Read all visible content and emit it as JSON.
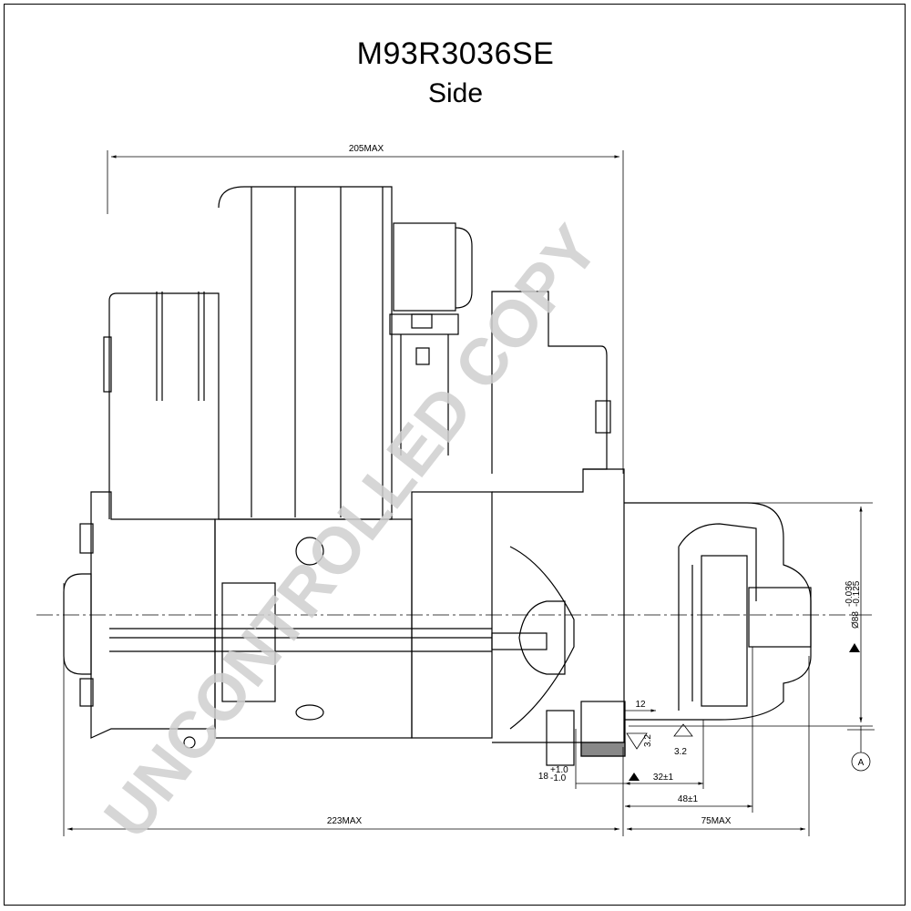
{
  "header": {
    "part_number": "M93R3036SE",
    "view": "Side"
  },
  "watermark": {
    "text": "UNCONTROLLED COPY",
    "color": "#cfcfcf"
  },
  "dimensions": {
    "overall_top": "205MAX",
    "overall_bottom": "223MAX",
    "right_section": "75MAX",
    "flange_offset": "12",
    "dim_32": "32±1",
    "dim_48": "48±1",
    "dim_18": "18",
    "dim_18_tol_upper": "+1.0",
    "dim_18_tol_lower": "-1.0",
    "diameter": "Ø88",
    "diameter_tol_upper": "-0.036",
    "diameter_tol_lower": "-0.125",
    "roughness_a": "3.2",
    "roughness_b": "3.2",
    "datum": "A"
  },
  "colors": {
    "line": "#000000",
    "background": "#ffffff"
  }
}
